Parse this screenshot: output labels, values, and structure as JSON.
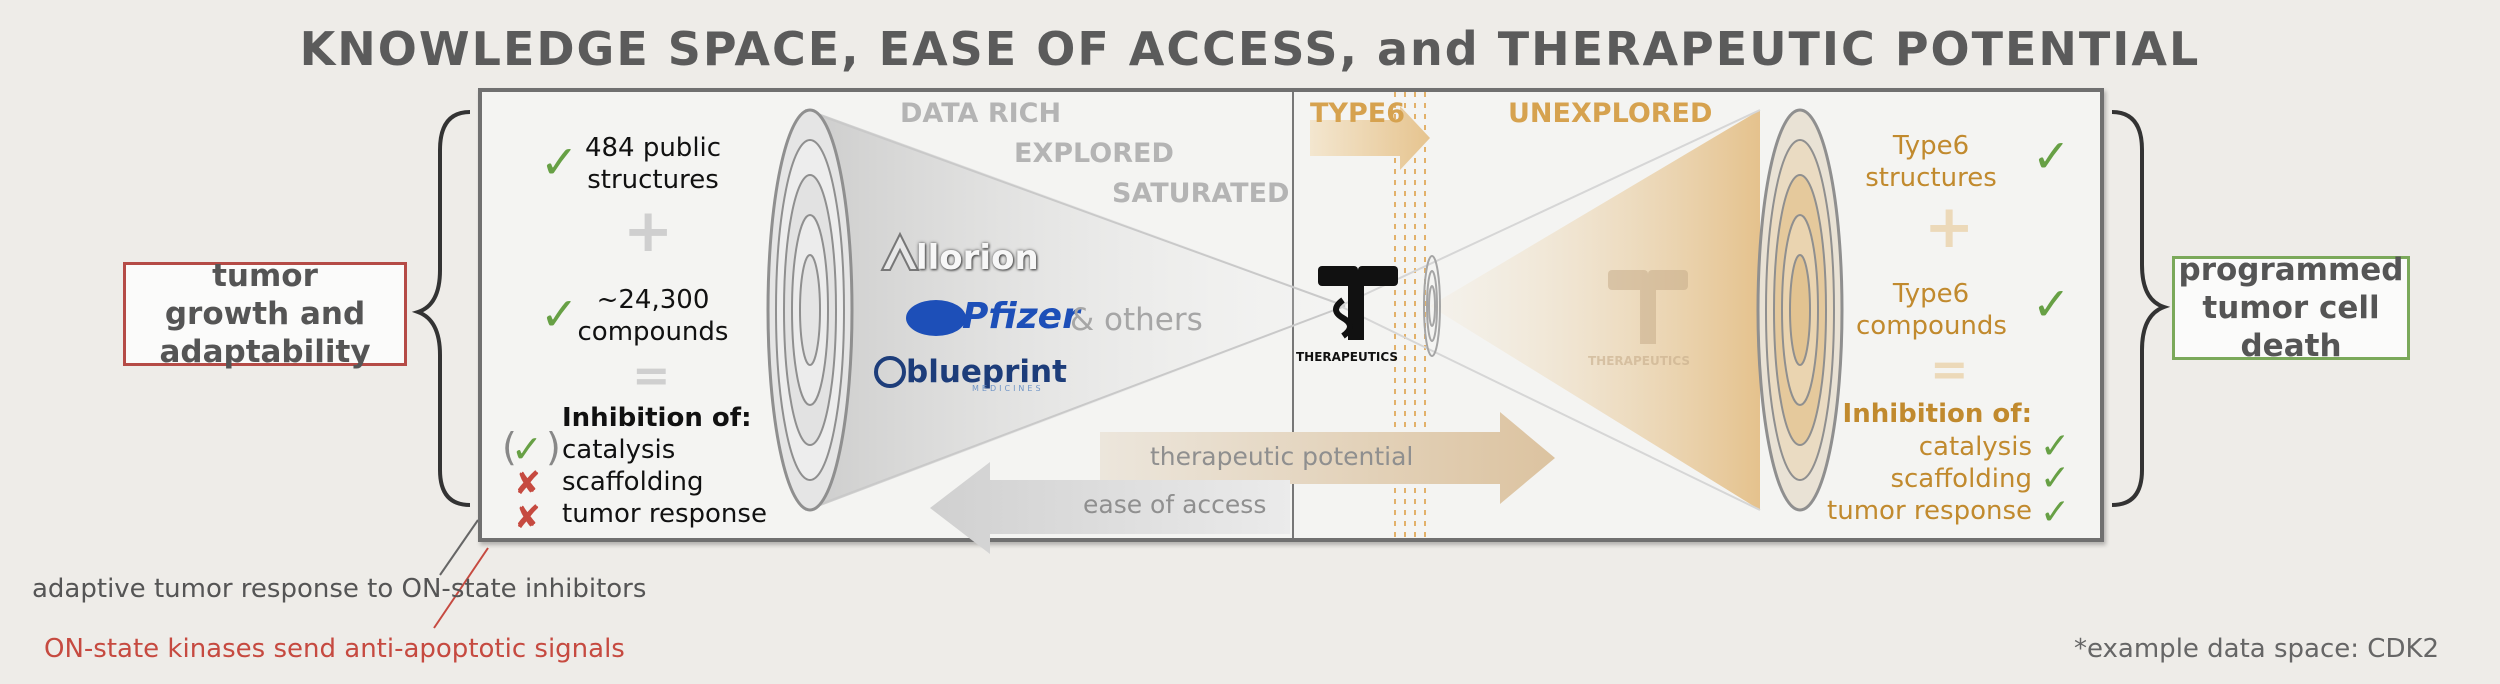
{
  "title": "KNOWLEDGE SPACE,  EASE OF ACCESS,  and  THERAPEUTIC POTENTIAL",
  "left_box": "tumor growth and adaptability",
  "right_box": "programmed tumor cell death",
  "left": {
    "structures": "484 public structures",
    "compounds": "~24,300 compounds",
    "plus": "+",
    "equals": "=",
    "inhibition_header": "Inhibition of:",
    "items": [
      "catalysis",
      "scaffolding",
      "tumor response"
    ]
  },
  "right": {
    "structures": "Type6 structures",
    "compounds": "Type6 compounds",
    "plus": "+",
    "equals": "=",
    "inhibition_header": "Inhibition of:",
    "items": [
      "catalysis",
      "scaffolding",
      "tumor response"
    ]
  },
  "zones": {
    "data_rich": "DATA RICH",
    "explored": "EXPLORED",
    "saturated": "SATURATED",
    "type6": "TYPE6",
    "unexplored": "UNEXPLORED"
  },
  "logos": {
    "allorion": "llorion",
    "pfizer": "Pfizer",
    "blueprint": "blueprint",
    "blueprint_sub": "MEDICINES",
    "others": "& others",
    "therapeutics": "THERAPEUTICS",
    "therapeutics_faded": "THERAPEUTICS"
  },
  "arrows": {
    "therapeutic_potential": "therapeutic potential",
    "ease_of_access": "ease of access"
  },
  "footer": {
    "adaptive": "adaptive tumor response to ON-state inhibitors",
    "anti_apoptotic": "ON-state kinases send anti-apoptotic signals",
    "example": "*example data space: CDK2"
  },
  "colors": {
    "check": "#67a045",
    "x": "#c64a40",
    "type6": "#c18a2e",
    "left_box_border": "#b54b46",
    "right_box_border": "#7ba95a"
  }
}
